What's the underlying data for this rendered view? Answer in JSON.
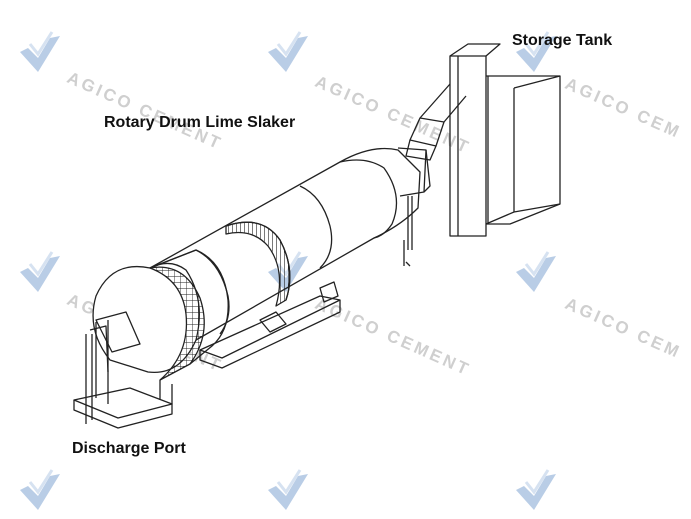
{
  "labels": {
    "storage_tank": "Storage Tank",
    "rotary_drum": "Rotary Drum Lime Slaker",
    "discharge_port": "Discharge Port"
  },
  "watermark": {
    "text": "AGICO CEMENT",
    "text_partial": "AGICO CEM",
    "logo_icon": "agico-logo-icon",
    "color": "#cfcfcf",
    "logo_color": "#b9cde6"
  },
  "colors": {
    "line": "#222222",
    "background": "#ffffff"
  }
}
